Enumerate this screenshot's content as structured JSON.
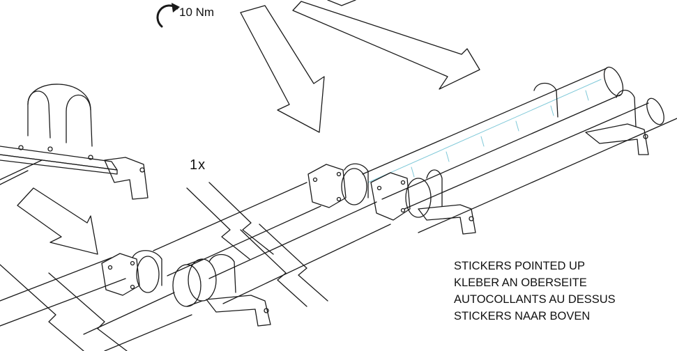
{
  "torque": {
    "label": "10 Nm"
  },
  "quantity": {
    "label": "1x"
  },
  "notes": [
    "STICKERS POINTED UP",
    "KLEBER AN OBERSEITE",
    "AUTOCOLLANTS AU DESSUS",
    "STICKERS NAAR BOVEN"
  ],
  "colors": {
    "line": "#1a1a1a",
    "sticker": "#7ec8d8",
    "background": "#ffffff"
  }
}
